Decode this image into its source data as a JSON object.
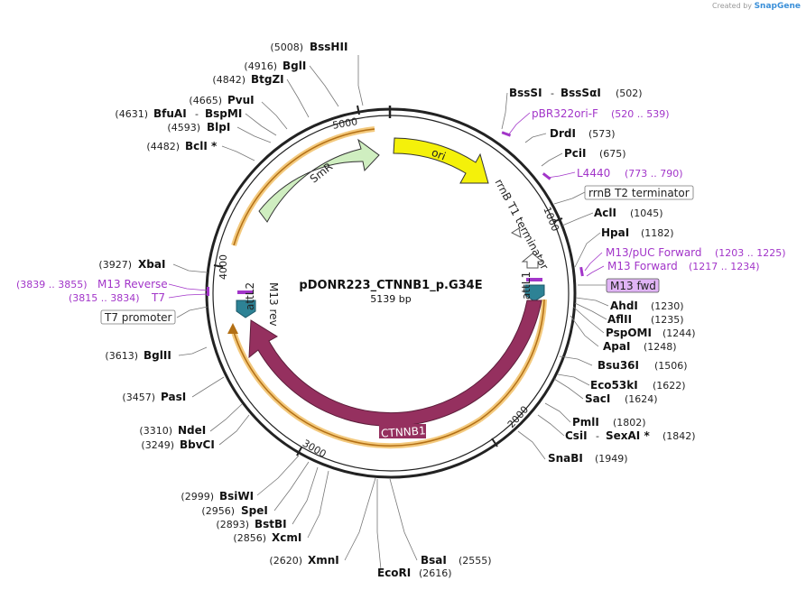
{
  "credit": {
    "prefix": "Created by",
    "brand": "SnapGene"
  },
  "plasmid": {
    "name": "pDONR223_CTNNB1_p.G34E",
    "size_label": "5139 bp",
    "length": 5139
  },
  "ticks": [
    "1000",
    "2000",
    "3000",
    "4000",
    "5000"
  ],
  "features": [
    {
      "name": "SmR",
      "kind": "arrow",
      "color": "#cfeec0"
    },
    {
      "name": "ori",
      "kind": "arrow",
      "color": "#f4f10a"
    },
    {
      "name": "CTNNB1",
      "kind": "arrow",
      "color": "#95305f"
    },
    {
      "name": "rrnB T1 terminator",
      "kind": "terminator",
      "color": "#ffffff"
    },
    {
      "name": "attL1",
      "kind": "arrow",
      "color": "#2d8295"
    },
    {
      "name": "attL2",
      "kind": "arrow",
      "color": "#2d8295"
    },
    {
      "name": "M13 rev",
      "kind": "primer-site",
      "color": "#a235c9"
    }
  ],
  "sites": [
    {
      "name": "BssHII",
      "pos": "(5008)"
    },
    {
      "name": "BglI",
      "pos": "(4916)"
    },
    {
      "name": "BtgZI",
      "pos": "(4842)"
    },
    {
      "name": "PvuI",
      "pos": "(4665)"
    },
    {
      "name": "BfuAI",
      "name2": "BspMI",
      "pos": "(4631)"
    },
    {
      "name": "BlpI",
      "pos": "(4593)"
    },
    {
      "name": "BclI *",
      "pos": "(4482)"
    },
    {
      "name": "XbaI",
      "pos": "(3927)"
    },
    {
      "name": "BglII",
      "pos": "(3613)"
    },
    {
      "name": "PasI",
      "pos": "(3457)"
    },
    {
      "name": "NdeI",
      "pos": "(3310)"
    },
    {
      "name": "BbvCI",
      "pos": "(3249)"
    },
    {
      "name": "BsiWI",
      "pos": "(2999)"
    },
    {
      "name": "SpeI",
      "pos": "(2956)"
    },
    {
      "name": "BstBI",
      "pos": "(2893)"
    },
    {
      "name": "XcmI",
      "pos": "(2856)"
    },
    {
      "name": "XmnI",
      "pos": "(2620)"
    },
    {
      "name": "EcoRI",
      "pos": "(2616)"
    },
    {
      "name": "BsaI",
      "pos": "(2555)"
    },
    {
      "name": "SnaBI",
      "pos": "(1949)"
    },
    {
      "name": "CsiI",
      "name2": "SexAI *",
      "pos": "(1842)"
    },
    {
      "name": "PmlI",
      "pos": "(1802)"
    },
    {
      "name": "SacI",
      "pos": "(1624)"
    },
    {
      "name": "Eco53kI",
      "pos": "(1622)"
    },
    {
      "name": "Bsu36I",
      "pos": "(1506)"
    },
    {
      "name": "ApaI",
      "pos": "(1248)"
    },
    {
      "name": "PspOMI",
      "pos": "(1244)"
    },
    {
      "name": "AflII",
      "pos": "(1235)"
    },
    {
      "name": "AhdI",
      "pos": "(1230)"
    },
    {
      "name": "HpaI",
      "pos": "(1182)"
    },
    {
      "name": "AclI",
      "pos": "(1045)"
    },
    {
      "name": "PciI",
      "pos": "(675)"
    },
    {
      "name": "DrdI",
      "pos": "(573)"
    },
    {
      "name": "BssSI",
      "name2": "BssSαI",
      "pos": "(502)"
    }
  ],
  "primers": [
    {
      "name": "pBR322ori-F",
      "range": "(520 .. 539)"
    },
    {
      "name": "L4440",
      "range": "(773 .. 790)"
    },
    {
      "name": "M13/pUC Forward",
      "range": "(1203 .. 1225)"
    },
    {
      "name": "M13 Forward",
      "range": "(1217 .. 1234)"
    },
    {
      "name": "M13 fwd",
      "range": ""
    },
    {
      "name": "M13 Reverse",
      "range": "(3839 .. 3855)"
    },
    {
      "name": "T7",
      "range": "(3815 .. 3834)"
    }
  ],
  "boxed_features": [
    "rrnB T2 terminator",
    "T7 promoter"
  ]
}
